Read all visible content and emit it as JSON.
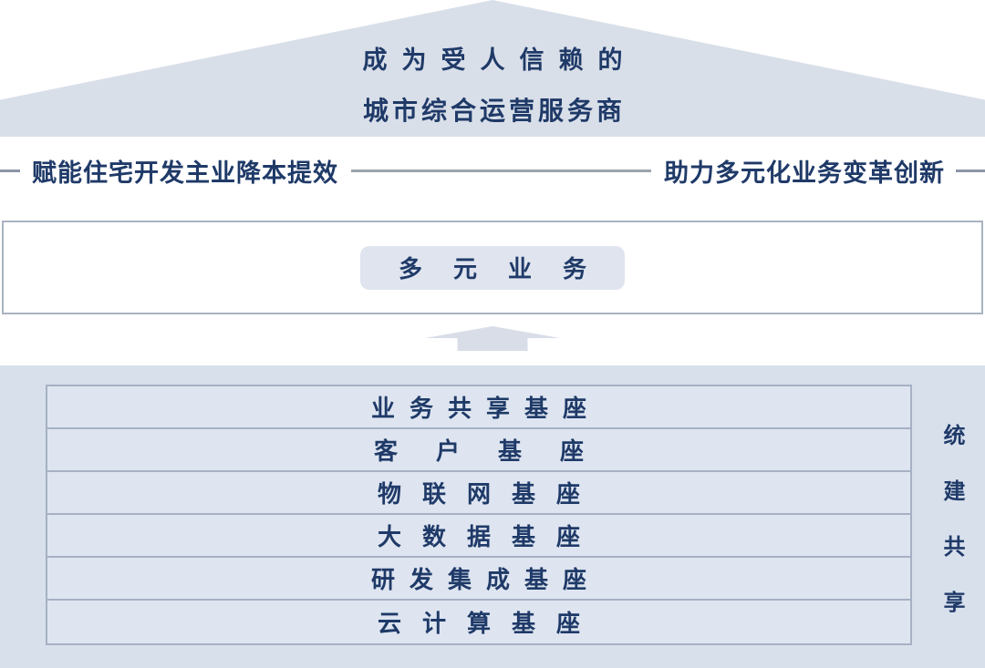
{
  "colors": {
    "roof_fill": "#d9dfe9",
    "section_fill": "#d8e0ec",
    "row_fill": "#dee5f0",
    "pill_fill": "#dfe4ee",
    "arrow_fill": "#d8dde8",
    "border": "#a7b1c4",
    "text_navy": "#1f3a68",
    "connector_gray": "#9aa3ae"
  },
  "roof": {
    "line1": "成为受人信赖的",
    "line2": "城市综合运营服务商"
  },
  "goals": {
    "left": "赋能住宅开发主业降本提效",
    "right": "助力多元化业务变革创新"
  },
  "business_box": {
    "pill_label": "多元业务"
  },
  "platform": {
    "rows": [
      "业务共享基座",
      "客户基座",
      "物联网基座",
      "大数据基座",
      "研发集成基座",
      "云计算基座"
    ],
    "side_label": "统建共享"
  }
}
